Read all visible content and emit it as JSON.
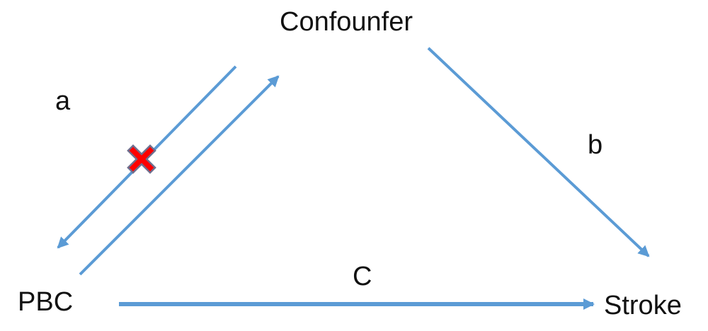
{
  "nodes": {
    "confounder": "Confounfer",
    "exposure": "PBC",
    "outcome": "Stroke"
  },
  "edges": {
    "a": "a",
    "b": "b",
    "c": "C"
  },
  "colors": {
    "arrow": "#5B9BD5",
    "blocked_marker": "#FF0000",
    "blocked_marker_outline": "#6F6F8F",
    "text": "#111111"
  }
}
